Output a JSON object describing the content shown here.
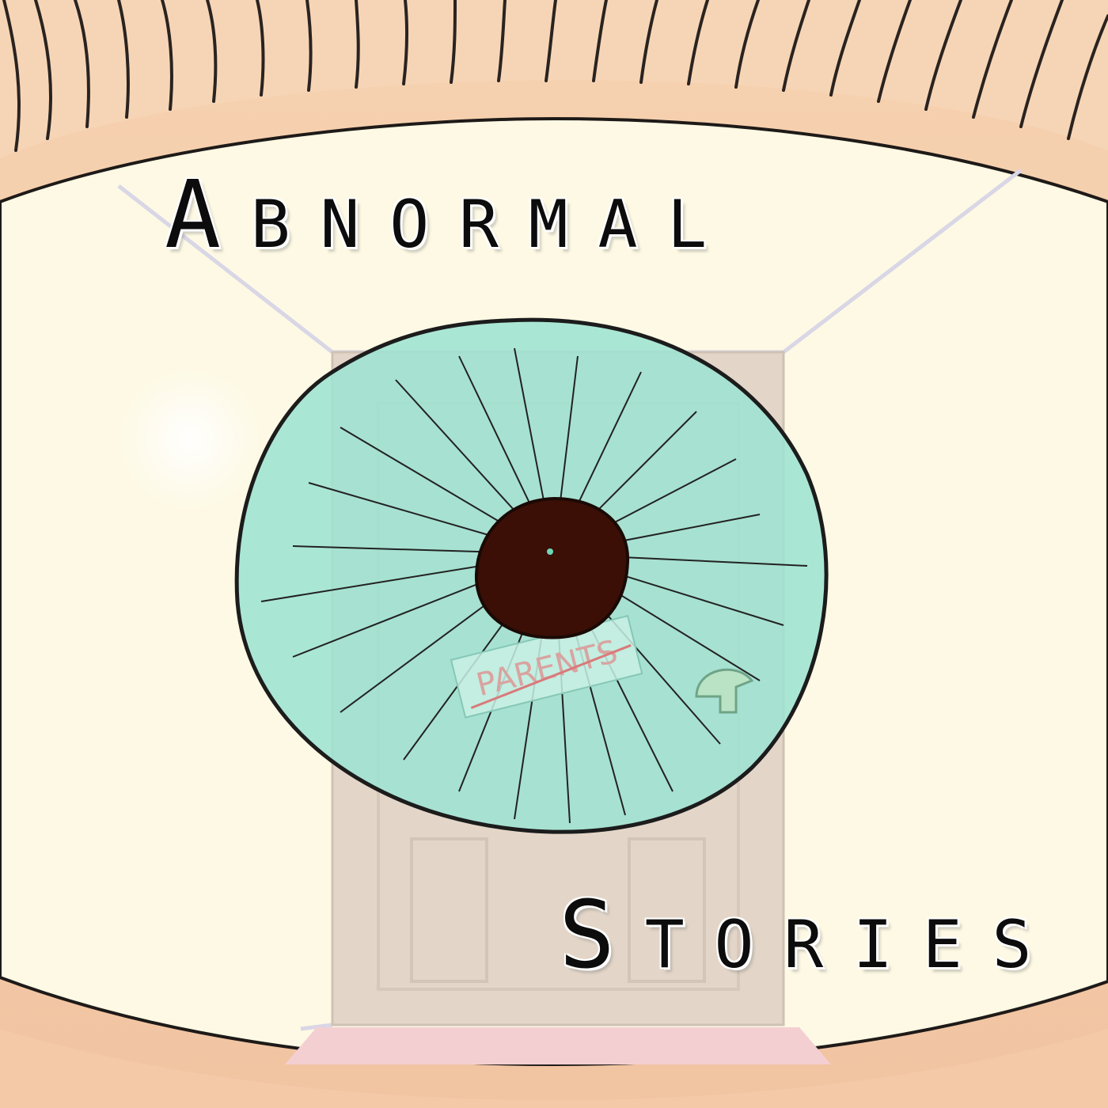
{
  "cover": {
    "title_word_1": "Abnormal",
    "title_word_2": "Stories",
    "door_sign": "PARENTS"
  },
  "colors": {
    "skin": "#f3cfae",
    "eye_white": "#fdf9e4",
    "iris": "#9ee3d2",
    "pupil": "#3b0f06",
    "door": "#e3d6c8",
    "lash": "#2a2320"
  },
  "icons": {
    "eye": "eye-illustration",
    "door": "door-illustration"
  }
}
